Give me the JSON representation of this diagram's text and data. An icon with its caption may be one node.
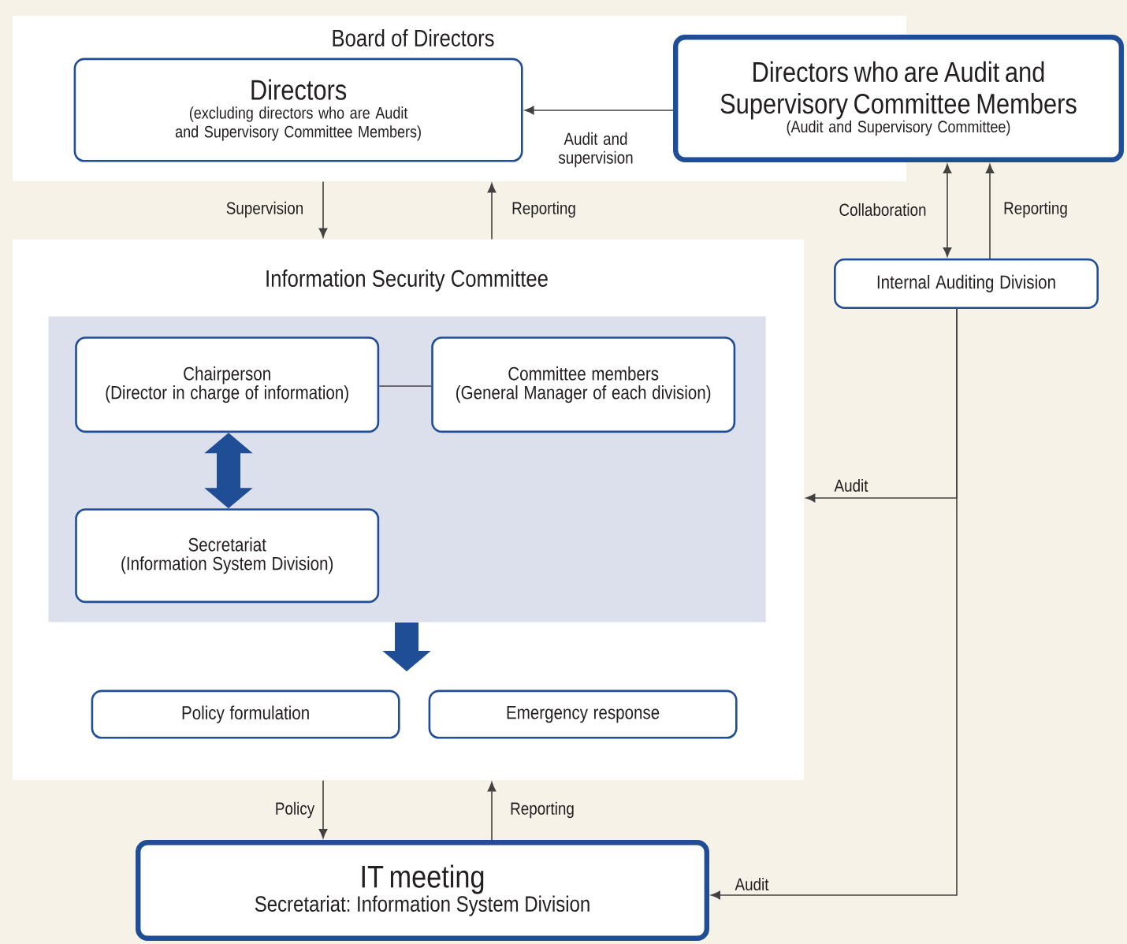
{
  "diagram": {
    "nodes": [
      {
        "text": [
          "Board of Directors"
        ]
      },
      {
        "text": [
          "Directors",
          "(excluding directors who are Audit and Supervisory Committee Members)"
        ],
        "in": 0
      },
      {
        "text": [
          "Directors who are Audit and Supervisory Committee Members",
          "(Audit and Supervisory Committee)"
        ]
      },
      {
        "text": [
          "Information Security Committee"
        ]
      },
      {
        "text": [],
        "shape": "box",
        "in": 3
      },
      {
        "text": [
          "Chairperson",
          "(Director in charge of information)"
        ],
        "in": 4
      },
      {
        "text": [
          "Committee members",
          "(General Manager of each division)"
        ],
        "in": 4
      },
      {
        "text": [
          "Secretariat",
          "(Information System Division)"
        ],
        "in": 4
      },
      {
        "text": [
          "Policy formulation"
        ],
        "in": 3
      },
      {
        "text": [
          "Emergency response"
        ],
        "in": 3
      },
      {
        "text": [
          "Internal Auditing Division"
        ]
      },
      {
        "text": [
          "IT meeting",
          "Secretariat: Information System Division"
        ]
      }
    ],
    "edges": [
      {
        "from": 2,
        "to": 1,
        "arrow": "to",
        "label": "Audit and supervision"
      },
      {
        "from": 0,
        "to": 3,
        "arrow": "to",
        "label": "Supervision"
      },
      {
        "from": 3,
        "to": 0,
        "arrow": "to",
        "label": "Reporting"
      },
      {
        "from": 10,
        "to": 2,
        "arrow": "both",
        "label": "Collaboration"
      },
      {
        "from": 10,
        "to": 2,
        "arrow": "to",
        "label": "Reporting"
      },
      {
        "from": 5,
        "to": 6,
        "arrow": "none"
      },
      {
        "from": 5,
        "to": 7,
        "arrow": "both",
        "style": "thick",
        "color": "#1f4e96"
      },
      {
        "from": 4,
        "to": null,
        "arrow": "to",
        "style": "thick",
        "color": "#1f4e96"
      },
      {
        "from": 3,
        "to": 11,
        "arrow": "to",
        "label": "Policy"
      },
      {
        "from": 11,
        "to": 3,
        "arrow": "to",
        "label": "Reporting"
      },
      {
        "from": 10,
        "to": 3,
        "arrow": "to",
        "label": "Audit"
      },
      {
        "from": 10,
        "to": 11,
        "arrow": "to",
        "label": "Audit"
      }
    ]
  }
}
